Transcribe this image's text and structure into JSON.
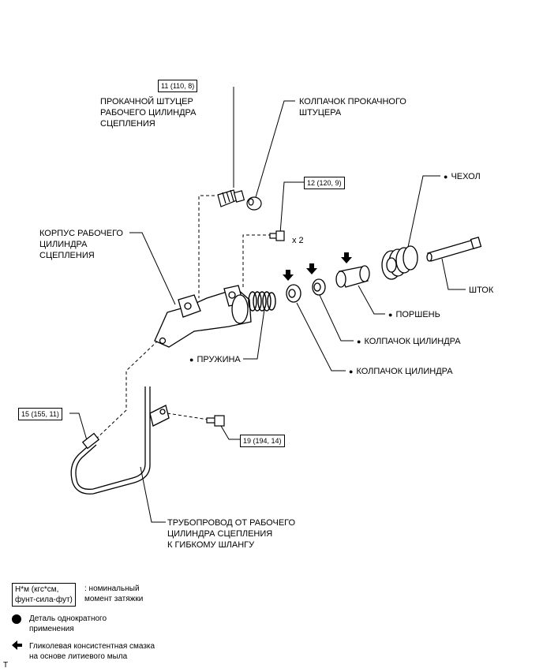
{
  "labels": {
    "bleeder_plug": "ПРОКАЧНОЙ ШТУЦЕР\nРАБОЧЕГО ЦИЛИНДРА\nСЦЕПЛЕНИЯ",
    "bleeder_cap": "КОЛПАЧОК ПРОКАЧНОГО\nШТУЦЕРА",
    "cylinder_body": "КОРПУС РАБОЧЕГО\nЦИЛИНДРА\nСЦЕПЛЕНИЯ",
    "boot": "ЧЕХОЛ",
    "push_rod": "ШТОК",
    "piston": "ПОРШЕНЬ",
    "cylinder_cup_1": "КОЛПАЧОК ЦИЛИНДРА",
    "cylinder_cup_2": "КОЛПАЧОК ЦИЛИНДРА",
    "spring": "ПРУЖИНА",
    "tube": "ТРУБОПРОВОД ОТ РАБОЧЕГО\nЦИЛИНДРА СЦЕПЛЕНИЯ\nК ГИБКОМУ ШЛАНГУ",
    "bolt_qty": "x 2"
  },
  "torques": {
    "bleeder": "11 (110, 8)",
    "bolt_cylinder": "12 (120, 9)",
    "tube_nut": "15 (155, 11)",
    "bracket_bolt": "19 (194, 14)"
  },
  "legend": {
    "torque_box": "Н*м (кгс*см,\nфунт-сила-фут)",
    "torque_desc": ": номинальный\nмомент затяжки",
    "non_reusable": "Деталь однократного\nприменения",
    "grease": "Гликолевая консистентная смазка\nна основе литиевого мыла"
  },
  "corner_mark": "T"
}
